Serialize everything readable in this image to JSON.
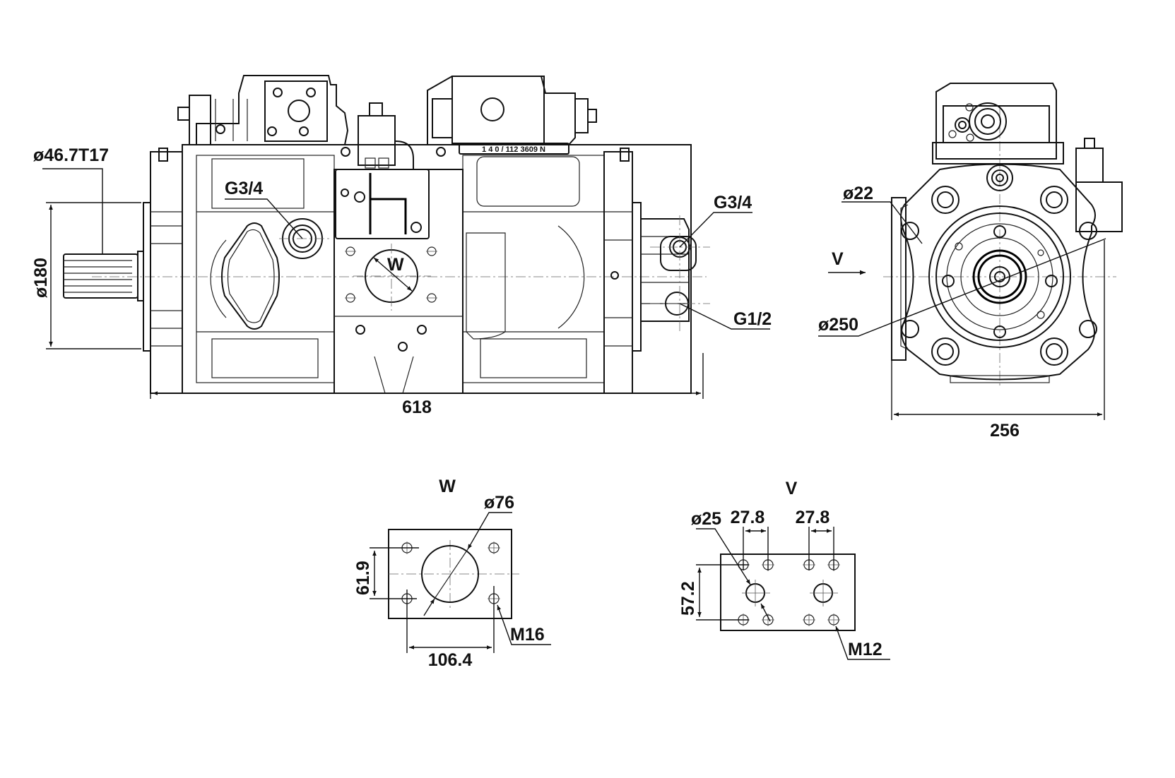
{
  "drawing": {
    "title": "Hydraulic piston pump dimension drawing",
    "colors": {
      "line": "#111111",
      "background": "#ffffff"
    }
  },
  "side_view": {
    "shaft_label": "ø46.7T17",
    "flange_diameter_label": "ø180",
    "left_port_label": "G3/4",
    "right_port_upper_label": "G3/4",
    "right_port_lower_label": "G1/2",
    "section_mark_label": "W",
    "overall_length_label": "618",
    "nameplate_text": "1 4 0 / 112 3609 N"
  },
  "front_view": {
    "view_arrow_label": "V",
    "bolt_hole_label": "ø22",
    "pilot_diameter_label": "ø250",
    "width_label": "256"
  },
  "detail_w": {
    "title": "W",
    "bore_label": "ø76",
    "vertical_spacing_label": "61.9",
    "horizontal_spacing_label": "106.4",
    "thread_label": "M16"
  },
  "detail_v": {
    "title": "V",
    "bore_label": "ø25",
    "spacing_left_label": "27.8",
    "spacing_right_label": "27.8",
    "vertical_spacing_label": "57.2",
    "thread_label": "M12"
  }
}
